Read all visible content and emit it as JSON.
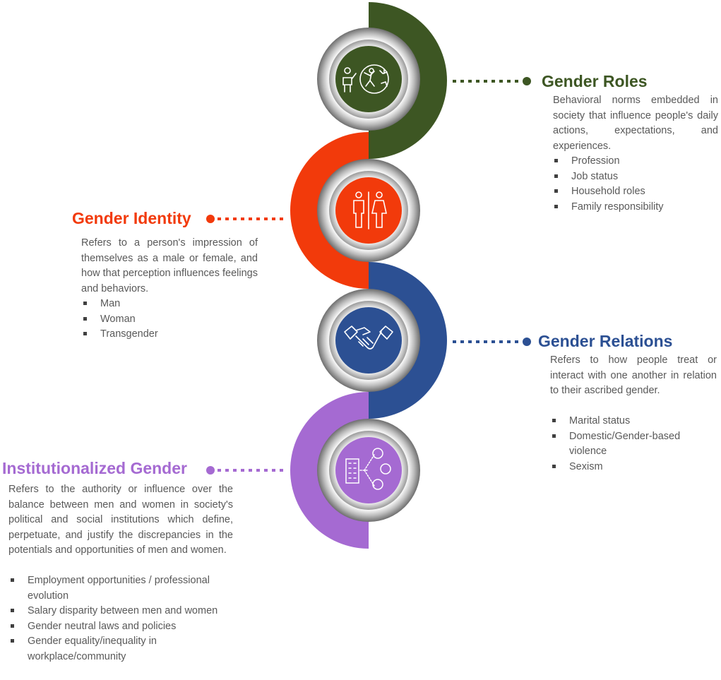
{
  "colors": {
    "roles": "#3d5623",
    "identity": "#f23a0b",
    "relations": "#2c5093",
    "institutional": "#a56ad2",
    "text": "#595959"
  },
  "sections": [
    {
      "key": "roles",
      "icon": "person-presenting-icon",
      "title": "Gender Roles",
      "description": "Behavioral norms embedded in society that influence people's daily actions, expectations, and experiences.",
      "bullets": [
        "Profession",
        "Job status",
        "Household roles",
        "Family responsibility"
      ]
    },
    {
      "key": "identity",
      "icon": "male-female-icon",
      "title": "Gender Identity",
      "description": "Refers to a person's impression of themselves as a male or female, and how that perception influences feelings and behaviors.",
      "bullets": [
        "Man",
        "Woman",
        "Transgender"
      ]
    },
    {
      "key": "relations",
      "icon": "handshake-icon",
      "title": "Gender Relations",
      "description": "Refers to how people treat or interact with one another in relation to their ascribed gender.",
      "bullets": [
        "Marital status",
        "Domestic/Gender-based violence",
        "Sexism"
      ]
    },
    {
      "key": "institutional",
      "icon": "building-network-icon",
      "title": "Institutionalized Gender",
      "description": "Refers to the authority or influence over the balance between men and women in society's political and social institutions which define, perpetuate, and justify the discrepancies in the potentials and opportunities of men and women.",
      "bullets": [
        "Employment opportunities / professional evolution",
        "Salary disparity between men and women",
        "Gender neutral laws and policies",
        "Gender equality/inequality in workplace/community"
      ]
    }
  ]
}
